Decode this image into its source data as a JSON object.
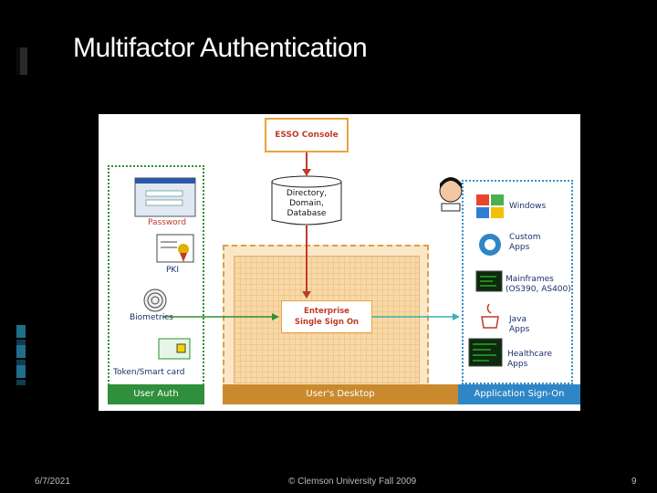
{
  "slide": {
    "title": "Multifactor Authentication",
    "footer_date": "6/7/2021",
    "footer_center": "© Clemson University Fall 2009",
    "page_number": "9"
  },
  "diagram": {
    "console": "ESSO Console",
    "directory_lines": [
      "Directory,",
      "Domain,",
      "Database"
    ],
    "esso_lines": [
      "Enterprise",
      "Single Sign On"
    ],
    "auth_methods": [
      "Password",
      "PKI",
      "Biometrics",
      "Token/Smart card"
    ],
    "apps": [
      {
        "lines": [
          "Windows"
        ]
      },
      {
        "lines": [
          "Custom",
          "Apps"
        ]
      },
      {
        "lines": [
          "Mainframes",
          "(OS390, AS400)"
        ]
      },
      {
        "lines": [
          "Java",
          "Apps"
        ]
      },
      {
        "lines": [
          "Healthcare",
          "Apps"
        ]
      }
    ],
    "bars": {
      "user_auth": "User Auth",
      "desktop": "User's Desktop",
      "app_signon": "Application Sign-On"
    },
    "colors": {
      "auth_panel": "#2f8f2f",
      "app_panel": "#3b8fc7",
      "desktop": "#c98a2e",
      "label_red": "#c0392b",
      "label_navy": "#1b2f6b"
    }
  }
}
